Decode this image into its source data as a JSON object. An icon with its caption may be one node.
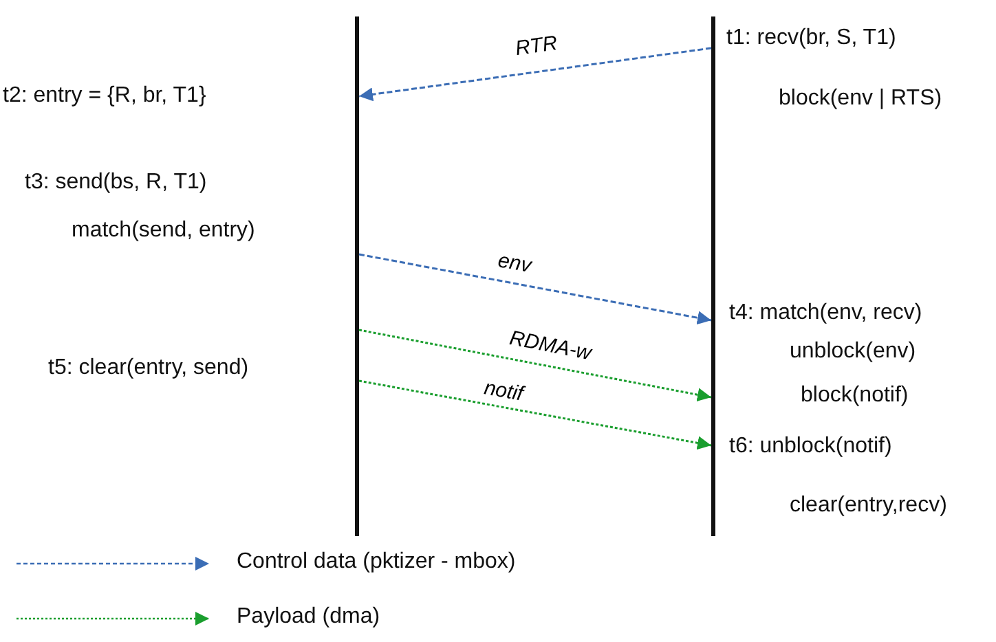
{
  "diagram": {
    "nodes": [
      {
        "text": [],
        "shape": "bar"
      },
      {
        "text": [],
        "shape": "bar"
      }
    ],
    "edges": [
      {
        "from": 1,
        "to": 0,
        "arrow": "to",
        "label": "RTR",
        "style": "dashed",
        "color": "#3b6db5"
      },
      {
        "from": 0,
        "to": 1,
        "arrow": "to",
        "label": "env",
        "style": "dashed",
        "color": "#3b6db5"
      },
      {
        "from": 0,
        "to": 1,
        "arrow": "to",
        "label": "RDMA-w",
        "style": "dashed",
        "color": "#1a9e2e"
      },
      {
        "from": 0,
        "to": 1,
        "arrow": "to",
        "label": "notif",
        "style": "dashed",
        "color": "#1a9e2e"
      }
    ],
    "labels": [
      "t1: recv(br, S, T1)",
      "t2: entry = {R, br, T1}",
      "block(env | RTS)",
      "t3: send(bs, R, T1)",
      "match(send, entry)",
      "t4: match(env, recv)",
      "unblock(env)",
      "t5: clear(entry, send)",
      "block(notif)",
      "t6: unblock(notif)",
      "clear(entry,recv)"
    ],
    "legend": [
      {
        "text": "Control data (pktizer - mbox)"
      },
      {
        "text": "Payload (dma)"
      }
    ]
  }
}
